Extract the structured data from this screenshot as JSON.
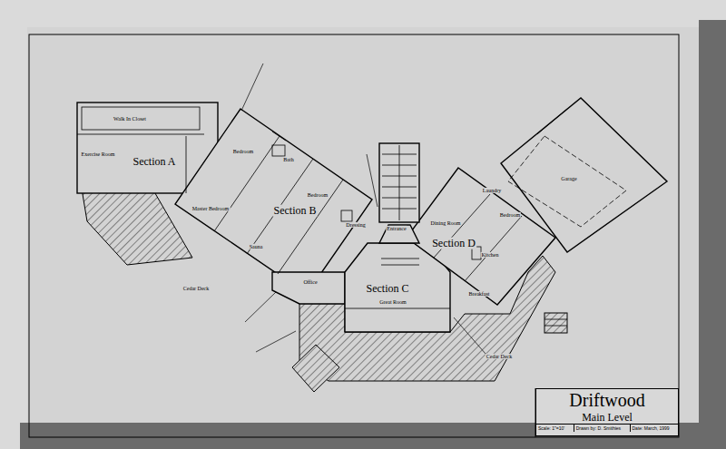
{
  "diagram": {
    "nodes": [
      {
        "text": [
          "Driftwood",
          "Main Level",
          "Scale: 1\"=10'",
          "Drawn by: D. Smithies",
          "Date: March, 1999"
        ]
      }
    ],
    "labels": [
      "Section A",
      "Section B",
      "Section C",
      "Section D",
      "Walk In Closet",
      "Exercise Room",
      "Master Bedroom",
      "Bedroom",
      "Bath",
      "Bedroom",
      "Dressing",
      "Entrance",
      "Dining Room",
      "Laundry",
      "Bedroom",
      "Garage",
      "Kitchen",
      "Breakfast",
      "Great Room",
      "Office",
      "Sauna",
      "Cedar Deck",
      "Cedar Deck"
    ]
  }
}
